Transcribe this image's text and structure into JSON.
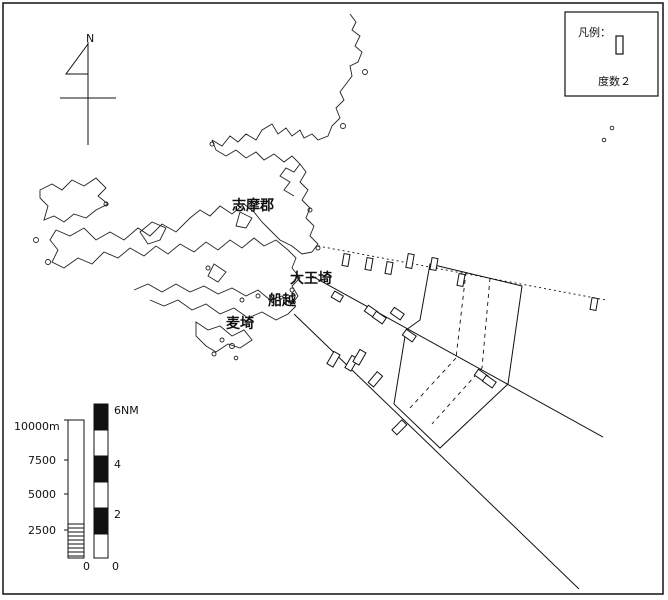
{
  "legend": {
    "title": "凡例：",
    "symbol_caption": "度数２"
  },
  "north_arrow": {
    "label": "N"
  },
  "places": {
    "shima_gun": "志摩郡",
    "daiozaki": "大王埼",
    "funakoshi": "船越",
    "mugisaki": "麦埼"
  },
  "scale_bar_meters": {
    "ticks": [
      "10000m",
      "7500",
      "5000",
      "2500"
    ],
    "zero": "0"
  },
  "scale_bar_nm": {
    "ticks": [
      "6NM",
      "4",
      "2"
    ],
    "zero": "0"
  },
  "style": {
    "ink": "#111111",
    "background": "#ffffff"
  }
}
